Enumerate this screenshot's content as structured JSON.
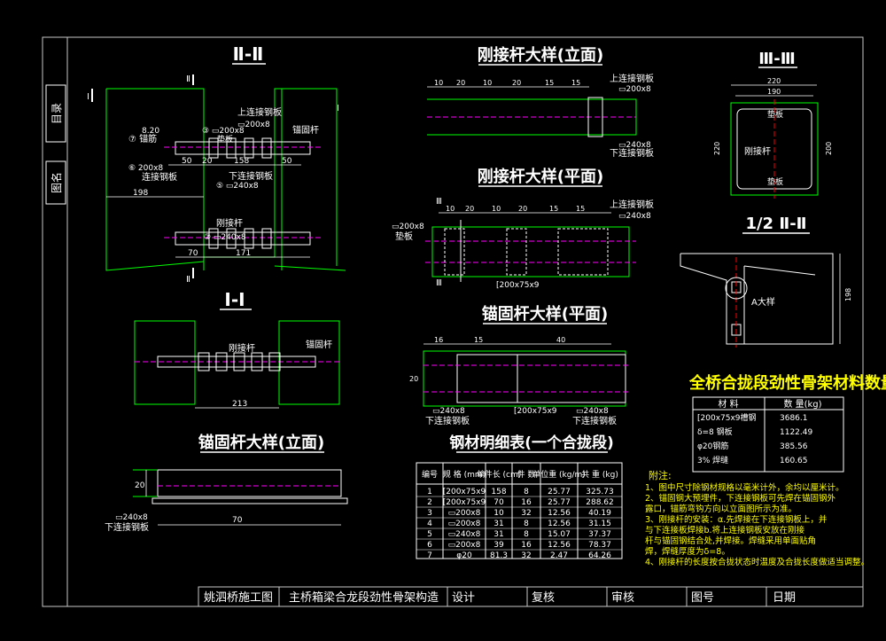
{
  "side_tab": {
    "catalog": "目录",
    "drawing_name": "图名"
  },
  "section_II": {
    "title": "Ⅱ-Ⅱ",
    "cut_marks": [
      "Ⅱ",
      "Ⅱ",
      "Ⅰ",
      "Ⅰ"
    ],
    "labels": {
      "upper_plate": "上连接钢板",
      "plate_200x8": "▭200x8",
      "anchor_rod": "锚固杆",
      "g8_20": "8.20",
      "g7_anchor": "⑦ 锚筋",
      "g3_200x8": "③ ▭200x8",
      "pad_plate": "垫板",
      "g6_200x8": "⑥ 200x8",
      "connect_plate": "连接钢板",
      "lower_plate": "下连接钢板",
      "g5_240x8": "⑤ ▭240x8",
      "g2_240x8": "② ▭240x8",
      "rigid_rod": "刚接杆"
    },
    "dims": {
      "d50a": "50",
      "d20": "20",
      "d50b": "50",
      "d158": "158",
      "d198": "198",
      "d70": "70",
      "d171": "171"
    }
  },
  "section_I": {
    "title": "Ⅰ-Ⅰ",
    "rigid_rod": "刚接杆",
    "anchor_rod": "锚固杆",
    "dim": "213"
  },
  "anchor_elev": {
    "title": "锚固杆大样(立面)",
    "plate": "▭240x8",
    "lower_plate": "下连接钢板",
    "dim_h": "20",
    "dim_w": "70"
  },
  "rigid_elev": {
    "title": "刚接杆大样(立面)",
    "dims": [
      "10",
      "20",
      "10",
      "20",
      "15",
      "15"
    ],
    "upper_plate": "上连接钢板",
    "upper_size": "▭200x8",
    "lower_size": "▭240x8",
    "lower_plate": "下连接钢板"
  },
  "rigid_plan": {
    "title": "刚接杆大样(平面)",
    "dims": [
      "10",
      "20",
      "10",
      "20",
      "15",
      "15"
    ],
    "upper_plate": "上连接钢板",
    "upper_size": "▭240x8",
    "pad_size": "▭200x8",
    "pad": "垫板",
    "channel": "[200x75x9",
    "cut": "Ⅲ"
  },
  "anchor_plan": {
    "title": "锚固杆大样(平面)",
    "dims": [
      "16",
      "15",
      "40"
    ],
    "plate": "▭240x8",
    "lower_plate": "下连接钢板",
    "channel": "[200x75x9",
    "side": "20"
  },
  "section_III": {
    "title": "Ⅲ-Ⅲ",
    "dims": {
      "top": "220",
      "inner": "190",
      "left": "220",
      "right": "200"
    },
    "pad": "垫板",
    "rigid_rod": "刚接杆",
    "pad2": "垫板"
  },
  "half_section": {
    "title": "1/2 Ⅱ-Ⅱ",
    "detail": "A大样",
    "dim": "198"
  },
  "total_table": {
    "title": "全桥合拢段劲性骨架材料数量",
    "headers": [
      "材  料",
      "数  量(kg)"
    ],
    "rows": [
      [
        "[200x75x9槽钢",
        "3686.1"
      ],
      [
        "δ=8 钢板",
        "1122.49"
      ],
      [
        "φ20钢筋",
        "385.56"
      ],
      [
        "3% 焊缝",
        "160.65"
      ]
    ]
  },
  "steel_table": {
    "title": "钢材明细表(一个合拢段)",
    "headers": [
      "编号",
      "规  格\n(mm)",
      "单件长\n(cm)",
      "件 数",
      "单位重\n(kg/m)",
      "共 重\n(kg)"
    ],
    "rows": [
      [
        "1",
        "[200x75x9",
        "158",
        "8",
        "25.77",
        "325.73"
      ],
      [
        "2",
        "[200x75x9",
        "70",
        "16",
        "25.77",
        "288.62"
      ],
      [
        "3",
        "▭200x8",
        "10",
        "32",
        "12.56",
        "40.19"
      ],
      [
        "4",
        "▭200x8",
        "31",
        "8",
        "12.56",
        "31.15"
      ],
      [
        "5",
        "▭240x8",
        "31",
        "8",
        "15.07",
        "37.37"
      ],
      [
        "6",
        "▭200x8",
        "39",
        "16",
        "12.56",
        "78.37"
      ],
      [
        "7",
        "φ20",
        "81.3",
        "32",
        "2.47",
        "64.26"
      ]
    ]
  },
  "notes": {
    "title": "附注:",
    "lines": [
      "1、图中尺寸除钢材规格以毫米计外，余均以厘米计。",
      "2、锚固钢大预埋件，下连接钢板可先焊在锚固钢外",
      "   露口，锚筋弯钩方向以立面图所示为准。",
      "3、刚接杆的安装：α.先焊接在下连接钢板上，并",
      "   与下连接板焊接b.将上连接钢板安放在刚接",
      "   杆与锚固钢结合处,并焊接。焊缝采用单面贴角",
      "   焊，焊缝厚度为δ=8。",
      "4、刚接杆的长度按合拢状态时温度及合拢长度做适当调整。"
    ]
  },
  "title_block": {
    "project": "姚泗桥施工图",
    "drawing": "主桥箱梁合龙段劲性骨架构造",
    "design": "设计",
    "review": "复核",
    "approve": "审核",
    "sheet_no": "图号",
    "date": "日期"
  }
}
